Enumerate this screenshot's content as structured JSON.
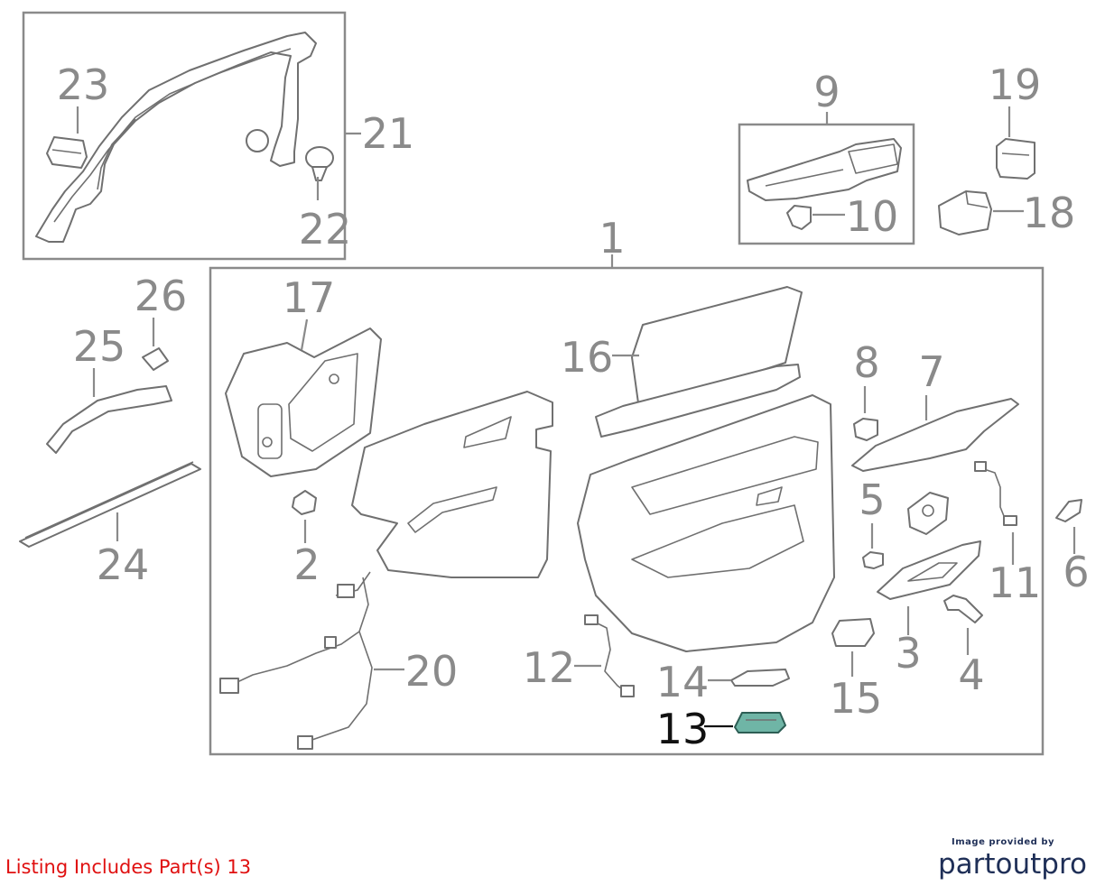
{
  "diagram": {
    "callouts": {
      "c1": "1",
      "c2": "2",
      "c3": "3",
      "c4": "4",
      "c5": "5",
      "c6": "6",
      "c7": "7",
      "c8": "8",
      "c9": "9",
      "c10": "10",
      "c11": "11",
      "c12": "12",
      "c13": "13",
      "c14": "14",
      "c15": "15",
      "c16": "16",
      "c17": "17",
      "c18": "18",
      "c19": "19",
      "c20": "20",
      "c21": "21",
      "c22": "22",
      "c23": "23",
      "c24": "24",
      "c25": "25",
      "c26": "26"
    },
    "highlight_part": "13",
    "highlight_color": "#6fb5a6",
    "callout_color": "#8a8a8a"
  },
  "listing": {
    "text": "Listing Includes Part(s) 13",
    "color": "#e01010"
  },
  "credit": {
    "caption": "Image provided by",
    "logo": "partoutpro",
    "color": "#1f2f57"
  }
}
